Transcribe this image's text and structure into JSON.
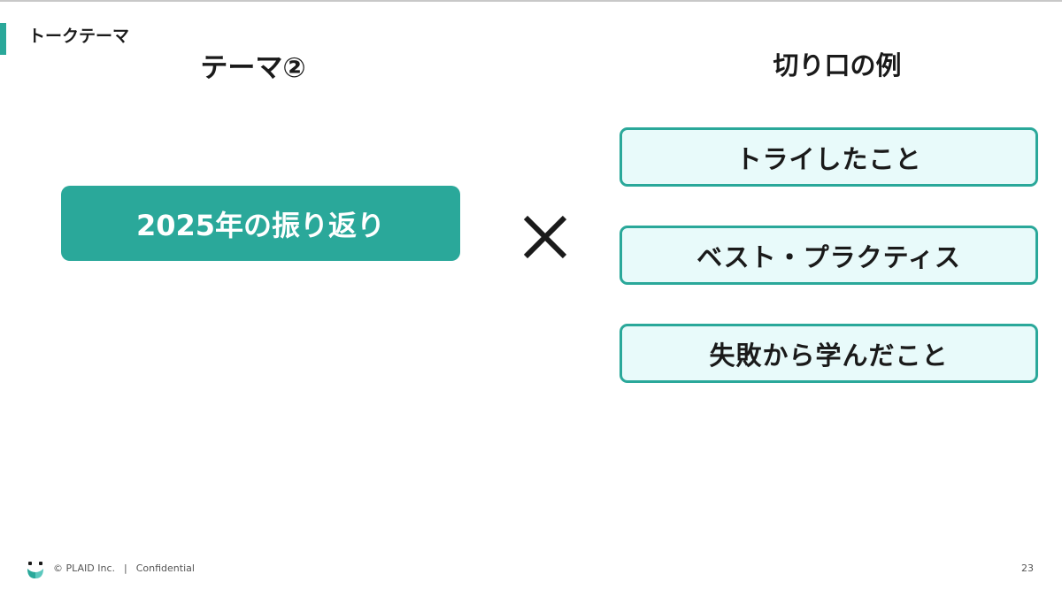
{
  "header": {
    "section_label": "トークテーマ"
  },
  "left": {
    "heading": "テーマ②",
    "theme": "2025年の振り返り"
  },
  "operator": {
    "symbol_icon": "times-icon"
  },
  "right": {
    "heading": "切り口の例",
    "items": [
      {
        "label": "トライしたこと"
      },
      {
        "label": "ベスト・プラクティス"
      },
      {
        "label": "失敗から学んだこと"
      }
    ]
  },
  "footer": {
    "logo_icon": "plaid-logo-icon",
    "copyright": "© PLAID Inc.",
    "separator": "|",
    "confidential": "Confidential",
    "page_number": "23"
  },
  "colors": {
    "accent": "#2aa89a",
    "box_fill": "#e8fafa",
    "text": "#1a1a1a"
  }
}
